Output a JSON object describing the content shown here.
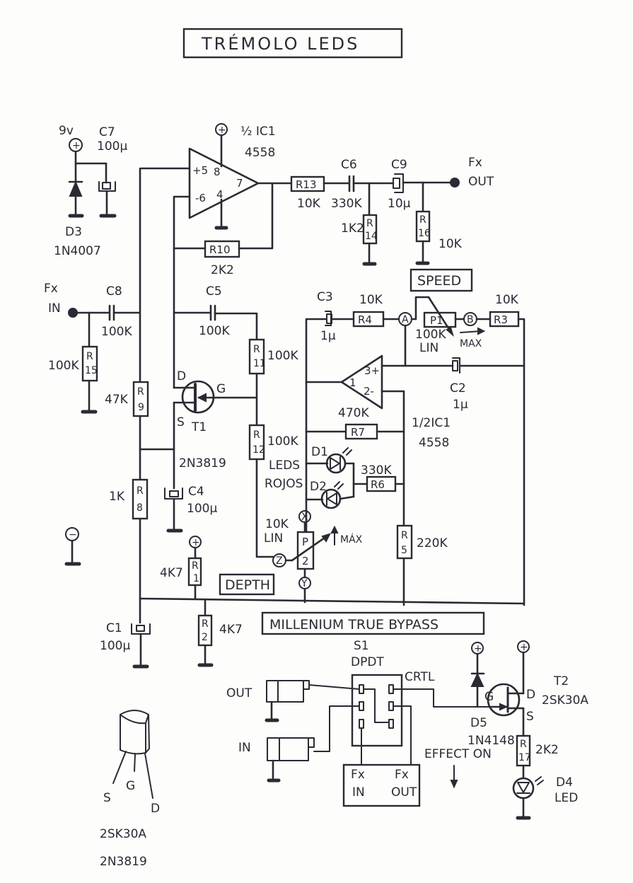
{
  "title": "TRÉMOLO  LEDS",
  "power": {
    "supply_label": "9v",
    "plus_symbol": "+",
    "minus_symbol": "−"
  },
  "components": {
    "C7": {
      "name": "C7",
      "value": "100µ"
    },
    "D3": {
      "name": "D3",
      "value": "1N4007"
    },
    "IC1a": {
      "name": "½ IC1",
      "value": "4558",
      "pins": {
        "noninv": "+5",
        "inv": "-6",
        "vcc": "8",
        "gnd": "4",
        "out": "7"
      }
    },
    "R13": {
      "name": "R13",
      "value": "10K"
    },
    "C6": {
      "name": "C6",
      "value": "330K"
    },
    "C9": {
      "name": "C9",
      "value": "10µ"
    },
    "R14": {
      "name_top": "R",
      "name_bot": "14",
      "value": "1K2"
    },
    "R16": {
      "name_top": "R",
      "name_bot": "16",
      "value": "10K"
    },
    "R10": {
      "name": "R10",
      "value": "2K2"
    },
    "C8": {
      "name": "C8",
      "value": "100K"
    },
    "R15": {
      "name_top": "R",
      "name_bot": "15",
      "value": "100K"
    },
    "R9": {
      "name_top": "R",
      "name_bot": "9",
      "value": "47K"
    },
    "C5": {
      "name": "C5",
      "value": "100K"
    },
    "R11": {
      "name_top": "R",
      "name_bot": "11",
      "value": "100K"
    },
    "R12": {
      "name_top": "R",
      "name_bot": "12",
      "value": "100K"
    },
    "T1": {
      "name": "T1",
      "value": "2N3819",
      "pins": {
        "d": "D",
        "g": "G",
        "s": "S"
      }
    },
    "C3": {
      "name": "C3",
      "value": "1µ"
    },
    "R4": {
      "name": "R4",
      "value": "10K"
    },
    "P1": {
      "name": "P1",
      "value_line1": "100K",
      "value_line2": "LIN",
      "max": "MAX"
    },
    "R3": {
      "name": "R3",
      "value": "10K"
    },
    "C2": {
      "name": "C2",
      "value": "1µ"
    },
    "IC1b": {
      "name": "1/2IC1",
      "value": "4558",
      "pins": {
        "noninv": "3+",
        "inv": "2-",
        "out": "1"
      }
    },
    "R7": {
      "name": "R7",
      "value": "470K"
    },
    "D1": {
      "name": "D1"
    },
    "D2": {
      "name": "D2"
    },
    "leds_note": {
      "line1": "LEDS",
      "line2": "ROJOS"
    },
    "R6": {
      "name": "R6",
      "value": "330K"
    },
    "R8": {
      "name_top": "R",
      "name_bot": "8",
      "value": "1K"
    },
    "C4": {
      "name": "C4",
      "value": "100µ"
    },
    "R1": {
      "name_top": "R",
      "name_bot": "1",
      "value": "4K7"
    },
    "P2": {
      "name_top": "P",
      "name_bot": "2",
      "value_line1": "10K",
      "value_line2": "LIN",
      "max": "MÁX"
    },
    "R5": {
      "name_top": "R",
      "name_bot": "5",
      "value": "220K"
    },
    "C1": {
      "name": "C1",
      "value": "100µ"
    },
    "R2": {
      "name_top": "R",
      "name_bot": "2",
      "value": "4K7"
    },
    "S1": {
      "name": "S1",
      "type": "DPDT",
      "ctrl": "CRTL"
    },
    "D5": {
      "name": "D5",
      "value": "1N4148"
    },
    "T2": {
      "name": "T2",
      "value": "2SK30A",
      "pins": {
        "d": "D",
        "g": "G",
        "s": "S"
      }
    },
    "R17": {
      "name_top": "R",
      "name_bot": "17",
      "value": "2K2"
    },
    "D4": {
      "name": "D4",
      "value": "LED"
    }
  },
  "nodes": {
    "A": "A",
    "B": "B",
    "X": "X",
    "Y": "Y",
    "Z": "Z"
  },
  "io": {
    "fx_in_line1": "Fx",
    "fx_in_line2": "IN",
    "fx_out_line1": "Fx",
    "fx_out_line2": "OUT",
    "jack_out": "OUT",
    "jack_in": "IN",
    "box_fx_in_1": "Fx",
    "box_fx_in_2": "IN",
    "box_fx_out_1": "Fx",
    "box_fx_out_2": "OUT"
  },
  "control_labels": {
    "speed": "SPEED",
    "depth": "DEPTH",
    "bypass": "MILLENIUM TRUE BYPASS",
    "effect_on": "EFFECT ON"
  },
  "pinout": {
    "pins": [
      "S",
      "G",
      "D"
    ],
    "part1": "2SK30A",
    "part2": "2N3819"
  }
}
